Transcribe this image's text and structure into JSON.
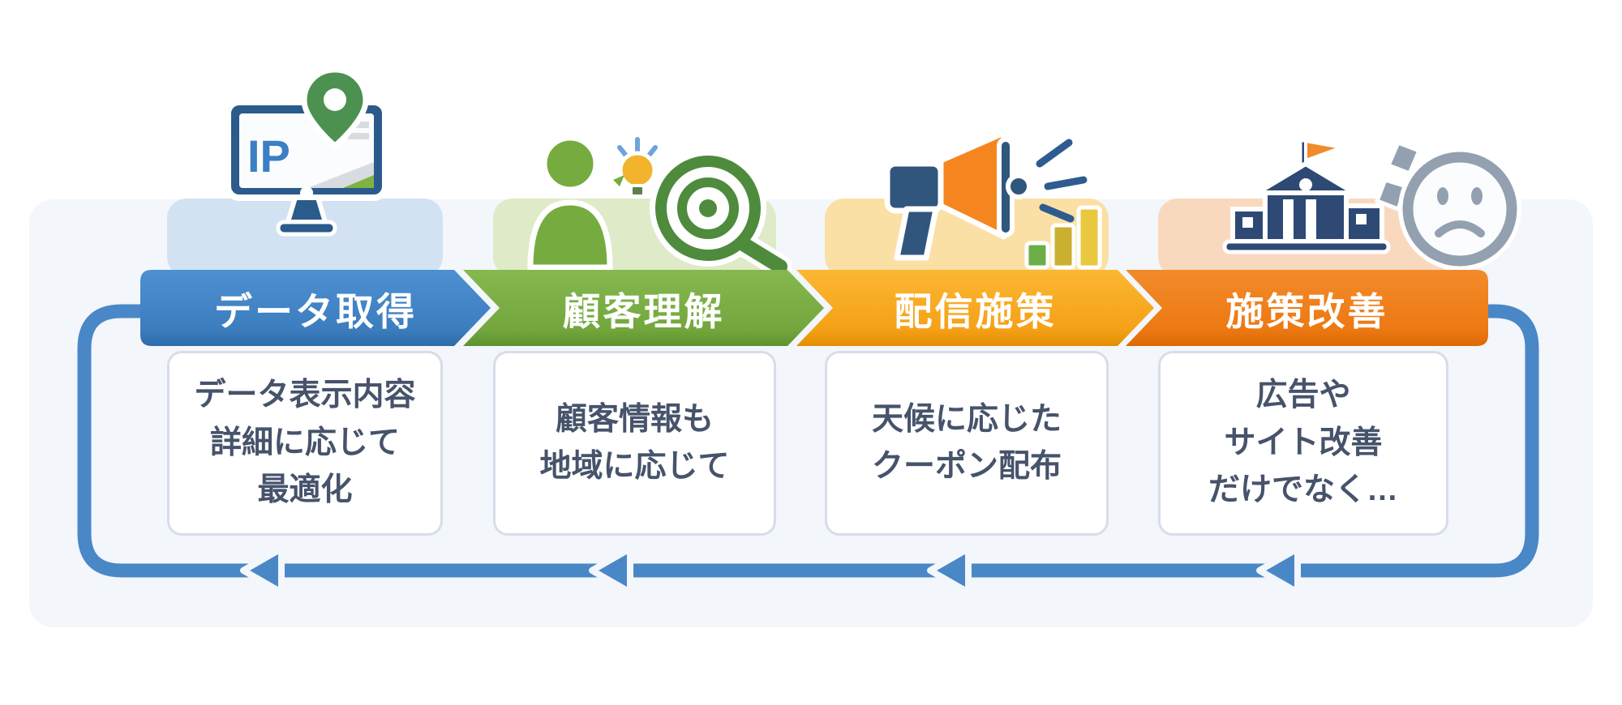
{
  "diagram": {
    "type": "process-feedback-loop",
    "loop_color": "#4A87C7",
    "loop_direction": "right-to-left",
    "text_color": "#46536B",
    "steps": [
      {
        "banner_label": "データ取得",
        "banner_color": "#4285C8",
        "icon": "monitor-ip-location-pin-icon",
        "icon_text": "IP",
        "icon_bg_color": "#D2E2F3",
        "description_lines": [
          "データ表示内容",
          "詳細に応じて",
          "最適化"
        ]
      },
      {
        "banner_label": "顧客理解",
        "banner_color": "#7BAD45",
        "icon": "person-lightbulb-target-magnifier-icon",
        "icon_bg_color": "#DFEAC8",
        "description_lines": [
          "顧客情報も",
          "地域に応じて"
        ]
      },
      {
        "banner_label": "配信施策",
        "banner_color": "#F7A41F",
        "icon": "megaphone-bar-chart-icon",
        "icon_bg_color": "#FBE0A6",
        "description_lines": [
          "天候に応じた",
          "クーポン配布"
        ]
      },
      {
        "banner_label": "施策改善",
        "banner_color": "#EE7B15",
        "icon": "building-flag-sad-face-icon",
        "icon_bg_color": "#F9D9BE",
        "description_lines": [
          "広告や",
          "サイト改善",
          "だけでなく…"
        ]
      }
    ]
  }
}
